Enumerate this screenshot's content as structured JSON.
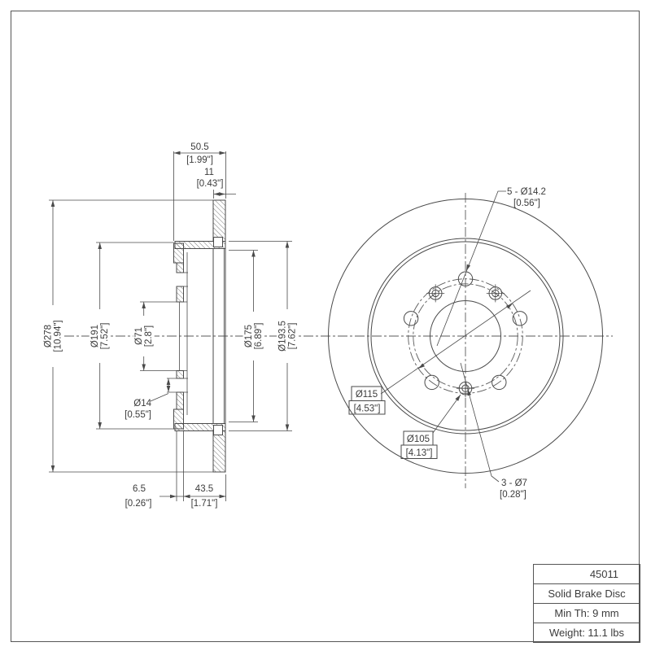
{
  "drawing": {
    "part_number": "45011",
    "title_block": {
      "rows": [
        "45011",
        "Solid Brake Disc",
        "Min Th: 9 mm",
        "Weight: 11.1 lbs"
      ]
    },
    "section_view": {
      "dims": {
        "overall_width": {
          "mm": "50.5",
          "in": "[1.99\"]"
        },
        "disc_thickness": {
          "mm": "11",
          "in": "[0.43\"]"
        },
        "outer_dia": {
          "mm": "Ø278",
          "in": "[10.94\"]"
        },
        "hat_dia": {
          "mm": "Ø191",
          "in": "[7.52\"]"
        },
        "bore_dia": {
          "mm": "Ø71",
          "in": "[2.8\"]"
        },
        "inner_dia": {
          "mm": "Ø175",
          "in": "[6.89\"]"
        },
        "band_inner_dia": {
          "mm": "Ø193.5",
          "in": "[7.62\"]"
        },
        "hole_dia": {
          "mm": "Ø14",
          "in": "[0.55\"]"
        },
        "hat_depth": {
          "mm": "6.5",
          "in": "[0.26\"]"
        },
        "offset": {
          "mm": "43.5",
          "in": "[1.71\"]"
        }
      }
    },
    "front_view": {
      "dims": {
        "lug_holes": {
          "label": "5 - Ø14.2",
          "in": "[0.56\"]"
        },
        "bolt_circle": {
          "mm": "Ø115",
          "in": "[4.53\"]"
        },
        "screw_circle": {
          "mm": "Ø105",
          "in": "[4.13\"]"
        },
        "screw_holes": {
          "label": "3 - Ø7",
          "in": "[0.28\"]"
        }
      }
    }
  }
}
